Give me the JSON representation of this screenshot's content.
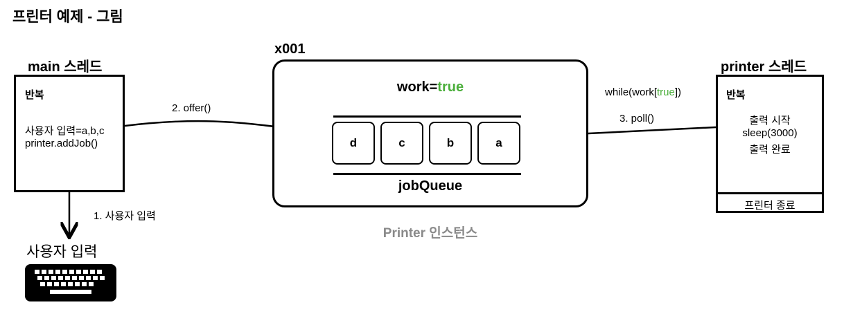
{
  "title": "프린터 예제 - 그림",
  "main_thread": {
    "title": "main 스레드",
    "loop_label": "반복",
    "input_line": "사용자 입력=a,b,c",
    "call_line": "printer.addJob()"
  },
  "instance": {
    "id": "x001",
    "work_key": "work=",
    "work_value": "true",
    "queue_items": [
      "d",
      "c",
      "b",
      "a"
    ],
    "queue_label": "jobQueue",
    "caption": "Printer 인스턴스"
  },
  "printer_thread": {
    "title": "printer 스레드",
    "loop_label": "반복",
    "lines": [
      "출력 시작",
      "sleep(3000)",
      "출력 완료"
    ],
    "footer": "프린터 종료"
  },
  "arrows": {
    "offer": "2. offer()",
    "poll": "3. poll()",
    "while_prefix": "while(work[",
    "while_value": "true",
    "while_suffix": "])",
    "user_input": "1. 사용자 입력"
  },
  "user": {
    "label": "사용자 입력"
  },
  "colors": {
    "accent_green": "#4caf3c",
    "caption_gray": "#8a8a8a"
  },
  "icons": [
    "keyboard-icon"
  ]
}
